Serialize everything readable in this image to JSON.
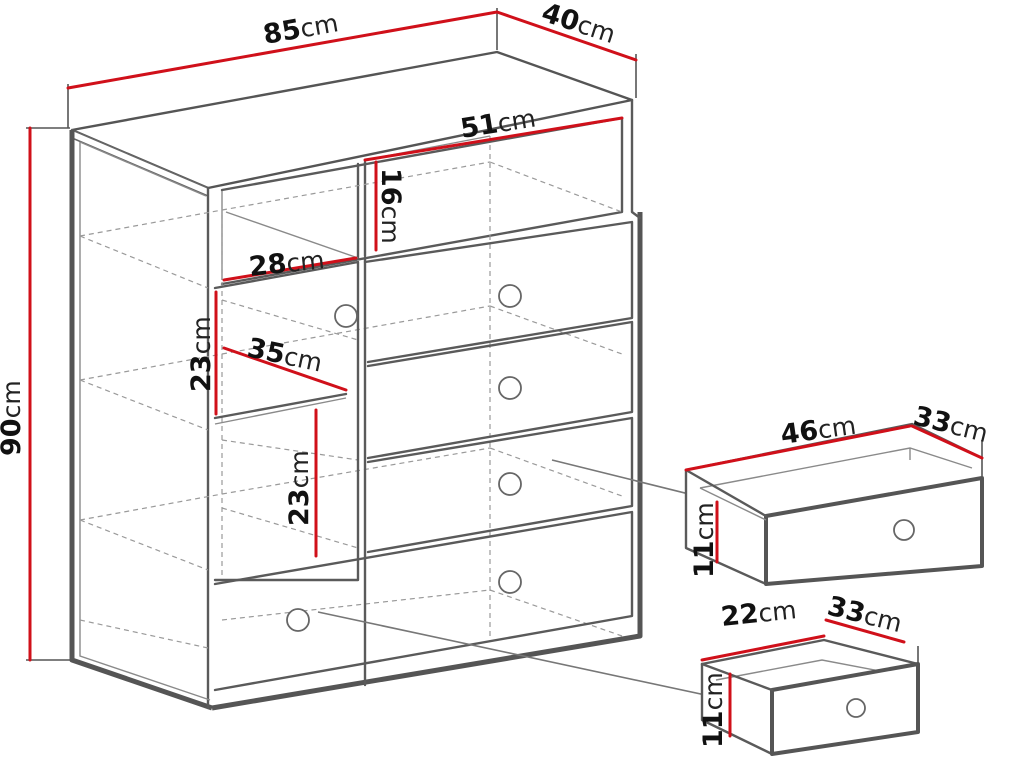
{
  "dimensions": {
    "width": {
      "value": "85",
      "unit": "cm"
    },
    "depth": {
      "value": "40",
      "unit": "cm"
    },
    "height": {
      "value": "90",
      "unit": "cm"
    },
    "top_shelf_width": {
      "value": "51",
      "unit": "cm"
    },
    "top_shelf_height": {
      "value": "16",
      "unit": "cm"
    },
    "left_shelf_width": {
      "value": "28",
      "unit": "cm"
    },
    "shelf_depth": {
      "value": "35",
      "unit": "cm"
    },
    "shelf_height_upper": {
      "value": "23",
      "unit": "cm"
    },
    "shelf_height_lower": {
      "value": "23",
      "unit": "cm"
    },
    "large_drawer_width": {
      "value": "46",
      "unit": "cm"
    },
    "large_drawer_depth": {
      "value": "33",
      "unit": "cm"
    },
    "large_drawer_height": {
      "value": "11",
      "unit": "cm"
    },
    "small_drawer_width": {
      "value": "22",
      "unit": "cm"
    },
    "small_drawer_depth": {
      "value": "33",
      "unit": "cm"
    },
    "small_drawer_height": {
      "value": "11",
      "unit": "cm"
    }
  },
  "colors": {
    "dimension_line": "#d0101a",
    "outline": "#555555"
  }
}
